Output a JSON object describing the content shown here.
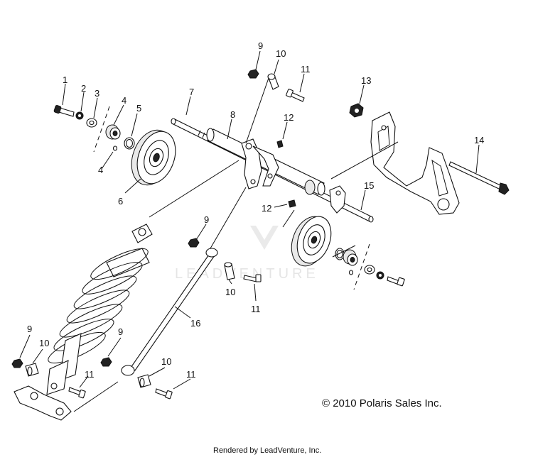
{
  "callouts": {
    "p1": "1",
    "p2": "2",
    "p3": "3",
    "p4a": "4",
    "p4b": "4",
    "p5": "5",
    "p6": "6",
    "p7": "7",
    "p8": "8",
    "p9a": "9",
    "p9b": "9",
    "p9c": "9",
    "p9d": "9",
    "p10a": "10",
    "p10b": "10",
    "p10c": "10",
    "p10d": "10",
    "p11a": "11",
    "p11b": "11",
    "p11c": "11",
    "p11d": "11",
    "p12a": "12",
    "p12b": "12",
    "p13": "13",
    "p14": "14",
    "p15": "15",
    "p16": "16"
  },
  "watermark": "LEADVENTURE",
  "copyright": "© 2010 Polaris Sales Inc.",
  "footer": "Rendered by LeadVenture, Inc."
}
